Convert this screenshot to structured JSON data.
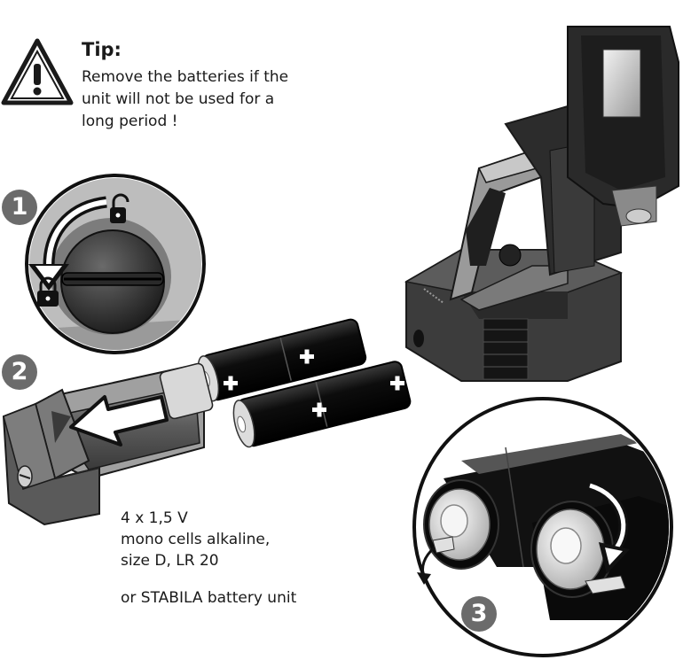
{
  "tip": {
    "title": "Tip:",
    "lines": [
      "Remove the batteries if the",
      "unit will not be used for a",
      "long period !"
    ]
  },
  "steps": [
    "1",
    "2",
    "3"
  ],
  "battery_spec": {
    "line1": "4 x 1,5 V",
    "line2": "mono cells alkaline,",
    "line3": "size D, LR 20",
    "alternative": "or STABILA battery unit"
  },
  "icons": {
    "warning": "warning-triangle-icon",
    "unlock": "padlock-open-icon",
    "lock": "padlock-closed-icon",
    "direction": "arrow-icon",
    "plus": "plus-sign-icon"
  },
  "colors": {
    "badge": "#6b6b6b",
    "battery": "#111111",
    "housing": "#3c3c3c"
  }
}
